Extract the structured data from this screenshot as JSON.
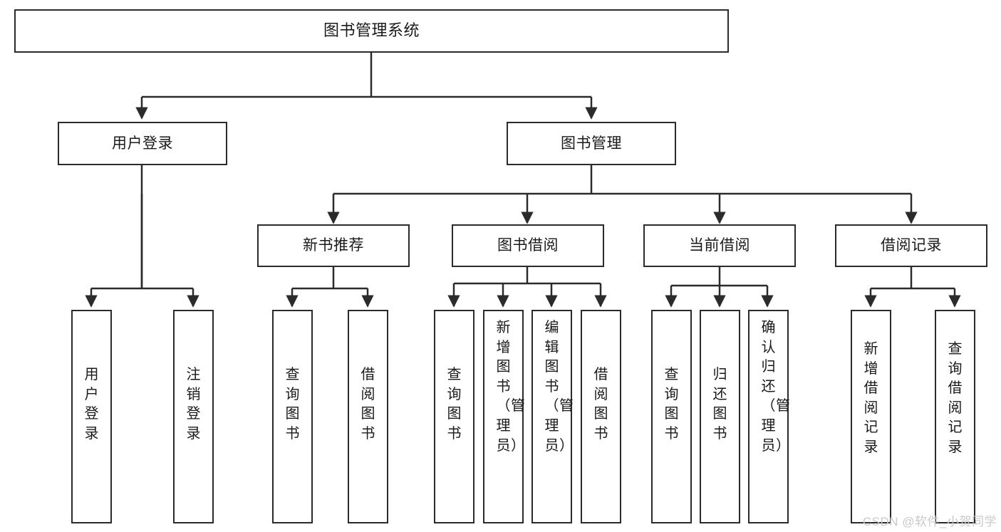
{
  "diagram": {
    "title": "图书管理系统",
    "type": "tree",
    "root": {
      "id": "root",
      "label": "图书管理系统"
    },
    "level1": [
      {
        "id": "user-login",
        "label": "用户登录"
      },
      {
        "id": "book-manage",
        "label": "图书管理"
      }
    ],
    "level2": [
      {
        "id": "new-book-recommend",
        "label": "新书推荐",
        "parent": "book-manage"
      },
      {
        "id": "book-borrow",
        "label": "图书借阅",
        "parent": "book-manage"
      },
      {
        "id": "current-borrow",
        "label": "当前借阅",
        "parent": "book-manage"
      },
      {
        "id": "borrow-record",
        "label": "借阅记录",
        "parent": "book-manage"
      }
    ],
    "leaves": [
      {
        "id": "leaf-user-login",
        "label": "用户登录",
        "parent": "user-login"
      },
      {
        "id": "leaf-logout",
        "label": "注销登录",
        "parent": "user-login"
      },
      {
        "id": "leaf-query-book-1",
        "label": "查询图书",
        "parent": "new-book-recommend"
      },
      {
        "id": "leaf-borrow-book-1",
        "label": "借阅图书",
        "parent": "new-book-recommend"
      },
      {
        "id": "leaf-query-book-2",
        "label": "查询图书",
        "parent": "book-borrow"
      },
      {
        "id": "leaf-add-book",
        "label": "新增图书（管理员）",
        "parent": "book-borrow"
      },
      {
        "id": "leaf-edit-book",
        "label": "编辑图书（管理员）",
        "parent": "book-borrow"
      },
      {
        "id": "leaf-borrow-book-2",
        "label": "借阅图书",
        "parent": "book-borrow"
      },
      {
        "id": "leaf-query-book-3",
        "label": "查询图书",
        "parent": "current-borrow"
      },
      {
        "id": "leaf-return-book",
        "label": "归还图书",
        "parent": "current-borrow"
      },
      {
        "id": "leaf-confirm-return",
        "label": "确认归还（管理员）",
        "parent": "current-borrow"
      },
      {
        "id": "leaf-add-record",
        "label": "新增借阅记录",
        "parent": "borrow-record"
      },
      {
        "id": "leaf-query-record",
        "label": "查询借阅记录",
        "parent": "borrow-record"
      }
    ]
  },
  "watermark": {
    "text": "CSDN @软件_小贺同学"
  },
  "colors": {
    "stroke": "#2b2b2b",
    "fill": "#ffffff",
    "text": "#1a1a1a",
    "watermark": "#c9c9c9"
  }
}
